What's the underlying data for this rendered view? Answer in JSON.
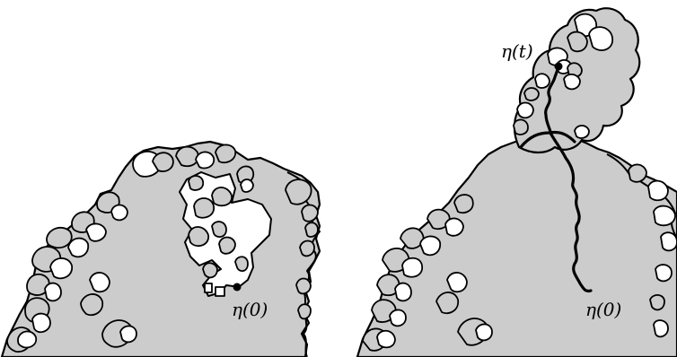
{
  "panels": [
    {
      "label": "η(0)"
    },
    {
      "label_start": "η(0)",
      "label_end": "η(t)"
    }
  ]
}
